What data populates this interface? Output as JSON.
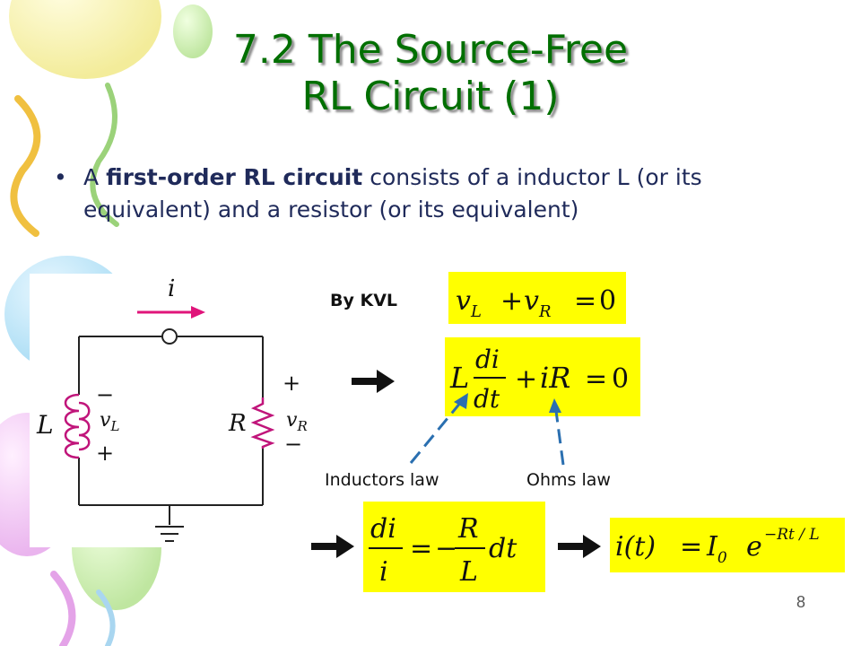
{
  "slide": {
    "title_line1": "7.2 The Source-Free",
    "title_line2": "RL Circuit (1)",
    "bullet_marker": "•",
    "bullet_part1": "A ",
    "bullet_bold": "first-order RL circuit",
    "bullet_part2": " consists of a inductor L (or its equivalent) and a resistor (or its equivalent)",
    "by_kvl": "By KVL",
    "label_inductors_law": "Inductors law",
    "label_ohms_law": "Ohms law",
    "page_number": "8"
  },
  "circuit": {
    "current_label": "i",
    "inductor_label": "L",
    "inductor_voltage": "v",
    "inductor_sub": "L",
    "resistor_label": "R",
    "resistor_voltage": "v",
    "resistor_sub": "R",
    "minus": "−",
    "plus": "+"
  },
  "equations": {
    "eq1": {
      "v": "v",
      "sub_L": "L",
      "plus": "+",
      "sub_R": "R",
      "eq": "=",
      "zero": "0"
    },
    "eq2": {
      "L": "L",
      "di": "di",
      "dt": "dt",
      "plus": "+",
      "iR": "iR",
      "eq": "=",
      "zero": "0"
    },
    "eq3": {
      "di": "di",
      "i": "i",
      "eq": "=",
      "minus": "−",
      "R": "R",
      "L": "L",
      "dt": "dt"
    },
    "eq4": {
      "lhs": "i(t)",
      "eq": "=",
      "I": "I",
      "sub0": "0",
      "e": "e",
      "exp": "−Rt / L"
    }
  },
  "colors": {
    "title": "#006f00",
    "highlight": "#ffff00",
    "current_arrow": "#e0147a",
    "pointer": "#2a6fb0",
    "inductor": "#c0147a"
  }
}
